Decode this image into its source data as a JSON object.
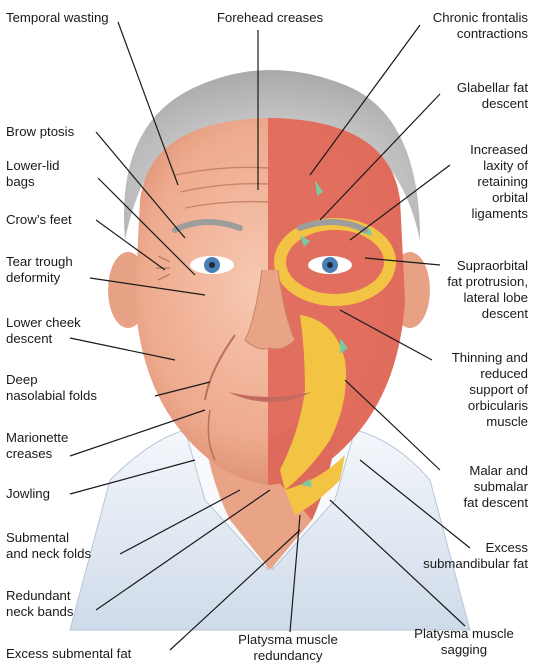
{
  "labels": {
    "temporal_wasting": "Temporal wasting",
    "forehead_creases": "Forehead creases",
    "chronic_frontalis": [
      "Chronic frontalis",
      "contractions"
    ],
    "brow_ptosis": "Brow ptosis",
    "lower_lid_bags": [
      "Lower-lid",
      "bags"
    ],
    "glabellar_fat": [
      "Glabellar fat",
      "descent"
    ],
    "crows_feet": "Crow’s feet",
    "laxity": [
      "Increased",
      "laxity of",
      "retaining",
      "orbital",
      "ligaments"
    ],
    "tear_trough": [
      "Tear trough",
      "deformity"
    ],
    "supraorbital": [
      "Supraorbital",
      "fat protrusion,",
      "lateral lobe",
      "descent"
    ],
    "lower_cheek": [
      "Lower cheek",
      "descent"
    ],
    "deep_nasolabial": [
      "Deep",
      "nasolabial folds"
    ],
    "thinning": [
      "Thinning and",
      "reduced",
      "support of",
      "orbicularis",
      "muscle"
    ],
    "marionette": [
      "Marionette",
      "creases"
    ],
    "jowling": "Jowling",
    "malar": [
      "Malar and",
      "submalar",
      "fat descent"
    ],
    "submental_neck": [
      "Submental",
      "and neck folds"
    ],
    "excess_submandibular": [
      "Excess",
      "submandibular fat"
    ],
    "redundant_bands": [
      "Redundant",
      "neck bands"
    ],
    "excess_submental": "Excess submental fat",
    "platysma_redundancy": [
      "Platysma muscle",
      "redundancy"
    ],
    "platysma_sagging": [
      "Platysma muscle",
      "sagging"
    ]
  },
  "colors": {
    "skin": "#f1b9a0",
    "skin_shadow": "#d98a6e",
    "hair": "#c9c9c9",
    "muscle": "#e0685a",
    "fat": "#f3c443",
    "ligament": "#7bc8a2",
    "shirt": "#eaf0f8",
    "iris": "#4a7fb5",
    "leader_line": "#1a1a1a"
  }
}
